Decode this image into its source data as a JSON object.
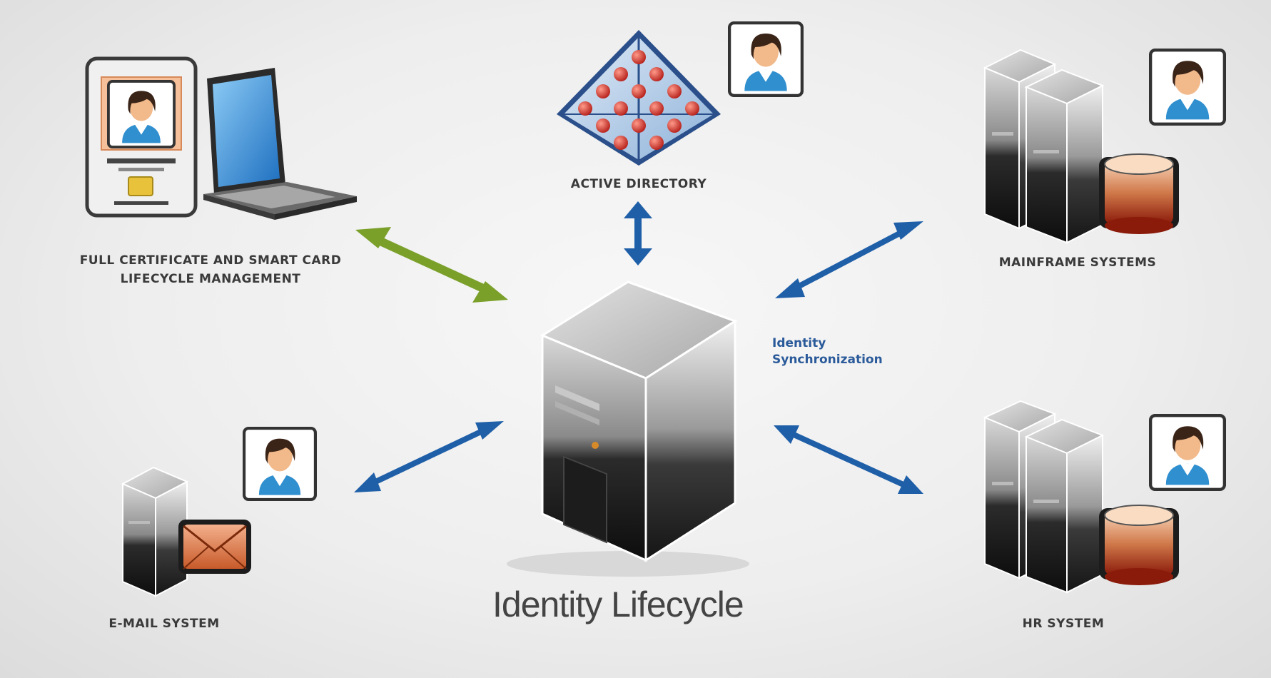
{
  "diagram": {
    "title": "Identity Lifecycle",
    "center_node": "identity-lifecycle-server",
    "sync_label": [
      "Identity",
      "Synchronization"
    ],
    "nodes": [
      {
        "id": "smartcard",
        "label": [
          "FULL CERTIFICATE AND SMART CARD",
          "LIFECYCLE MANAGEMENT"
        ],
        "icon": "laptop-smartcard-icon"
      },
      {
        "id": "active-directory",
        "label": [
          "ACTIVE DIRECTORY"
        ],
        "icon": "directory-pyramid-icon"
      },
      {
        "id": "mainframe",
        "label": [
          "MAINFRAME SYSTEMS"
        ],
        "icon": "server-database-icon"
      },
      {
        "id": "email",
        "label": [
          "E-MAIL SYSTEM"
        ],
        "icon": "server-mail-icon"
      },
      {
        "id": "hr",
        "label": [
          "HR SYSTEM"
        ],
        "icon": "server-database-icon"
      }
    ],
    "connections": [
      {
        "from": "identity-lifecycle-server",
        "to": "smartcard",
        "bidirectional": true,
        "color": "#7aa02a"
      },
      {
        "from": "identity-lifecycle-server",
        "to": "active-directory",
        "bidirectional": true,
        "color": "#1f5fa8"
      },
      {
        "from": "identity-lifecycle-server",
        "to": "mainframe",
        "bidirectional": true,
        "color": "#1f5fa8"
      },
      {
        "from": "identity-lifecycle-server",
        "to": "email",
        "bidirectional": true,
        "color": "#1f5fa8"
      },
      {
        "from": "identity-lifecycle-server",
        "to": "hr",
        "bidirectional": true,
        "color": "#1f5fa8"
      }
    ]
  },
  "colors": {
    "blue_arrow": "#1f5fa8",
    "green_arrow": "#7aa02a",
    "server_dark": "#1a1a1a",
    "database_red": "#b02a1a"
  }
}
